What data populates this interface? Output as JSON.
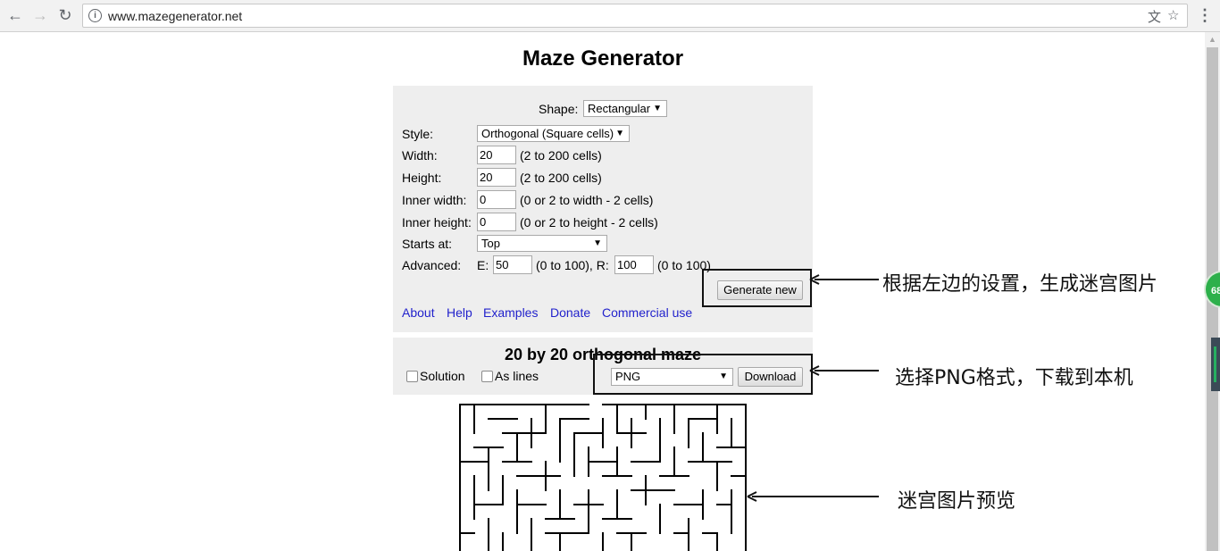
{
  "browser": {
    "url": "www.mazegenerator.net",
    "badge_count": "68"
  },
  "page": {
    "title": "Maze Generator",
    "shape_label": "Shape:",
    "shape_value": "Rectangular",
    "style_label": "Style:",
    "style_value": "Orthogonal (Square cells)",
    "width_label": "Width:",
    "width_value": "20",
    "width_hint": "(2 to 200 cells)",
    "height_label": "Height:",
    "height_value": "20",
    "height_hint": "(2 to 200 cells)",
    "inner_width_label": "Inner width:",
    "inner_width_value": "0",
    "inner_width_hint": "(0 or 2 to width - 2 cells)",
    "inner_height_label": "Inner height:",
    "inner_height_value": "0",
    "inner_height_hint": "(0 or 2 to height - 2 cells)",
    "starts_label": "Starts at:",
    "starts_value": "Top",
    "advanced_label": "Advanced:",
    "e_label": "E:",
    "e_value": "50",
    "e_hint": "(0 to 100), R:",
    "r_value": "100",
    "r_hint": "(0 to 100)",
    "generate_label": "Generate new",
    "links": [
      "About",
      "Help",
      "Examples",
      "Donate",
      "Commercial use"
    ],
    "maze_title": "20 by 20 orthogonal maze",
    "solution_label": "Solution",
    "as_lines_label": "As lines",
    "format_value": "PNG",
    "download_label": "Download"
  },
  "annotations": {
    "generate_note": "根据左边的设置，生成迷宫图片",
    "download_note": "选择PNG格式，下载到本机",
    "preview_note": "迷宫图片预览"
  }
}
